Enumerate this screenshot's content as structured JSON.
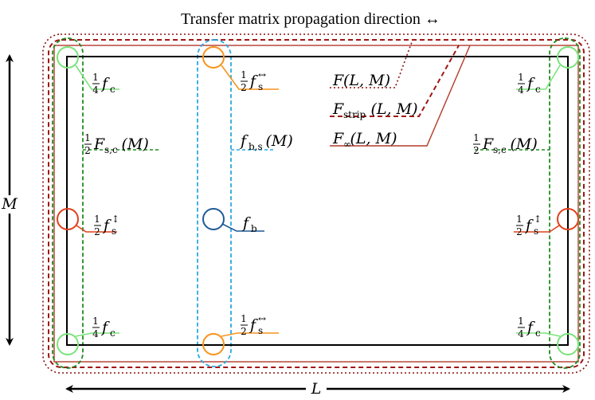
{
  "title": "Transfer matrix propagation direction ↔",
  "axes": {
    "vertical_label": "M",
    "horizontal_label": "L"
  },
  "colors": {
    "bulk": "#1f5a96",
    "strip_boundary": "#29a8e0",
    "corner": "#7be37b",
    "surface_vertical": "#e0401c",
    "surface_horizontal": "#f7941d",
    "strip_corner_region": "#1e8c1e",
    "F": "#8b1010",
    "F_strip": "#a01515",
    "F_inf": "#b33a2a",
    "frame": "#000000"
  },
  "labels": {
    "corner_tl": {
      "frac": "1 4",
      "sym": "f",
      "sub": "c"
    },
    "corner_tr": {
      "frac": "1 4",
      "sym": "f",
      "sub": "c"
    },
    "corner_bl": {
      "frac": "1 4",
      "sym": "f",
      "sub": "c"
    },
    "corner_br": {
      "frac": "1 4",
      "sym": "f",
      "sub": "c"
    },
    "surface_top": {
      "frac": "1 2",
      "sym": "f",
      "sub": "s",
      "sup": "↔"
    },
    "surface_bottom": {
      "frac": "1 2",
      "sym": "f",
      "sub": "s",
      "sup": "↔"
    },
    "surface_left": {
      "frac": "1 2",
      "sym": "f",
      "sub": "s",
      "sup": "↕"
    },
    "surface_right": {
      "frac": "1 2",
      "sym": "f",
      "sub": "s",
      "sup": "↕"
    },
    "strip_corner_left": {
      "frac": "1 2",
      "sym": "F",
      "sub": "s,c",
      "arg": "(M)"
    },
    "strip_corner_right": {
      "frac": "1 2",
      "sym": "F",
      "sub": "s,c",
      "arg": "(M)"
    },
    "strip_bulk": {
      "sym": "f",
      "sub": "b,s",
      "arg": "(M)"
    },
    "bulk": {
      "sym": "f",
      "sub": "b"
    },
    "F": {
      "sym": "F",
      "arg": "(L, M)"
    },
    "F_strip": {
      "sym": "F",
      "sub": "strip",
      "arg": "(L, M)"
    },
    "F_inf": {
      "sym": "F",
      "sub": "∞",
      "arg": "(L, M)"
    }
  }
}
